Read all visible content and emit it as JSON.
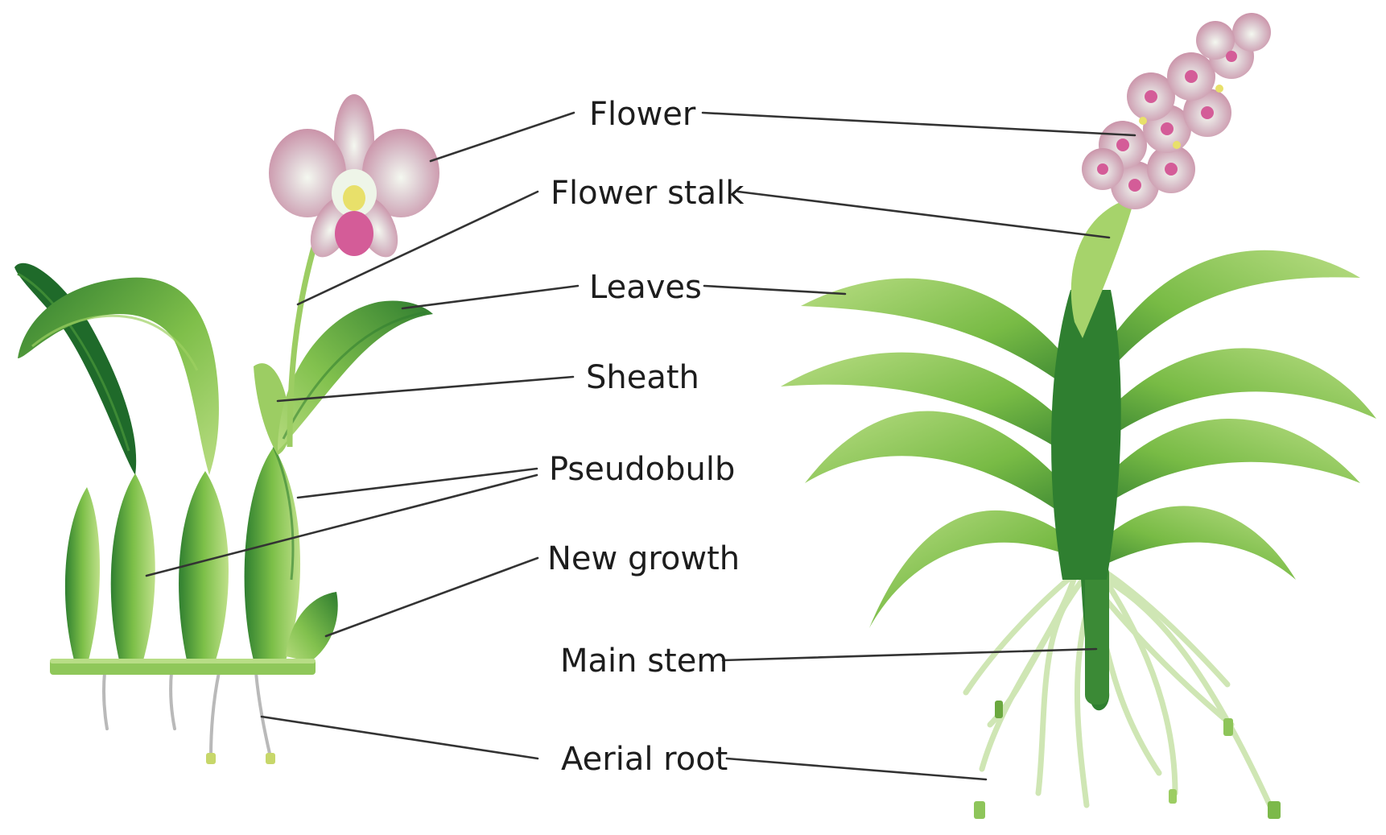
{
  "labels": {
    "flower": "Flower",
    "flower_stalk": "Flower stalk",
    "leaves": "Leaves",
    "sheath": "Sheath",
    "pseudobulb": "Pseudobulb",
    "new_growth": "New growth",
    "main_stem": "Main stem",
    "aerial_root": "Aerial root"
  },
  "colors": {
    "leaf_light": "#a9d46e",
    "leaf_mid": "#6cb03f",
    "leaf_dark": "#2d7a2e",
    "flower_petal": "#c98fa6",
    "flower_center": "#e2f0d8",
    "lip": "#d45c98",
    "column": "#e8e06a",
    "root": "#cfe6b4",
    "leader": "#333333",
    "text": "#1d1d1d"
  }
}
